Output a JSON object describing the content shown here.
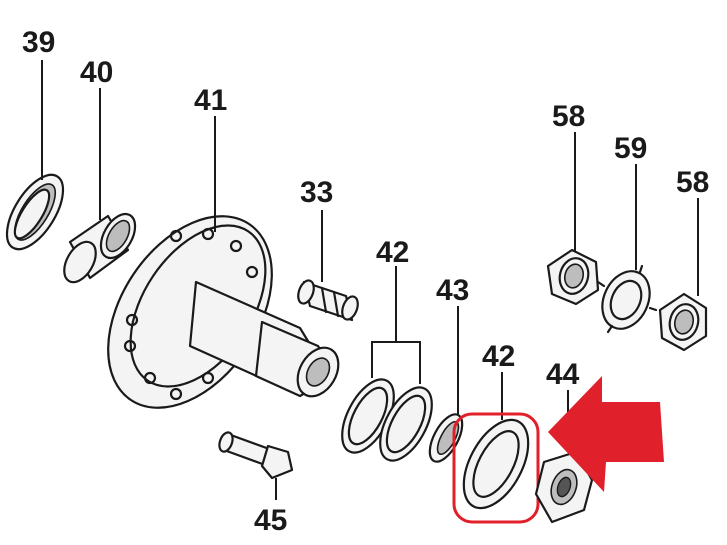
{
  "callouts": {
    "c39": "39",
    "c40": "40",
    "c41": "41",
    "c33": "33",
    "c42a": "42",
    "c43": "43",
    "c42b": "42",
    "c44": "44",
    "c45": "45",
    "c58a": "58",
    "c59": "59",
    "c58b": "58"
  },
  "colors": {
    "ink": "#1a1a1a",
    "highlight": "#e0202a",
    "arrow": "#e0202a"
  },
  "highlighted_part": "42"
}
